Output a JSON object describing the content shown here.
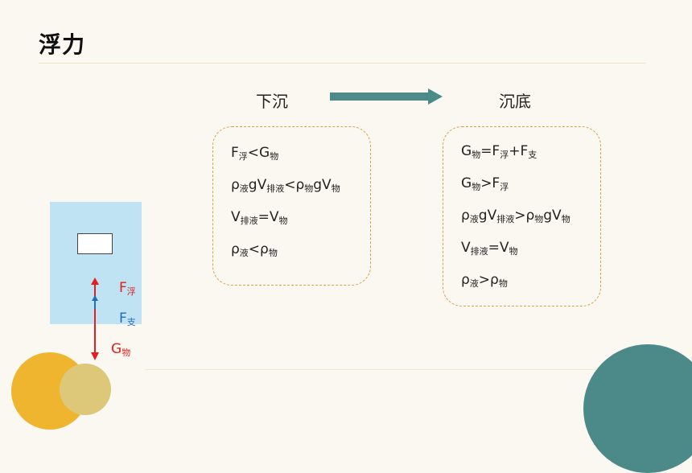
{
  "title": "浮力",
  "headings": {
    "left": "下沉",
    "right": "沉底"
  },
  "colors": {
    "accent_teal": "#4b8a88",
    "box_border": "#d9a14a",
    "tank_water": "#bfe3f3",
    "force_red": "#e02020",
    "force_blue": "#1f6fb8"
  },
  "left_box": {
    "l1": {
      "a": "F",
      "a_sub": "浮",
      "b": "<G",
      "b_sub": "物"
    },
    "l2": {
      "a": "ρ",
      "a_sub": "液",
      "b": "gV",
      "b_sub": "排液",
      "c": "<ρ",
      "c_sub": "物",
      "d": "gV",
      "d_sub": "物"
    },
    "l3": {
      "a": "V",
      "a_sub": "排液",
      "b": "=V",
      "b_sub": "物"
    },
    "l4": {
      "a": "ρ",
      "a_sub": "液",
      "b": "<ρ",
      "b_sub": "物"
    }
  },
  "right_box": {
    "l1": {
      "a": "G",
      "a_sub": "物",
      "b": "=F",
      "b_sub": "浮",
      "c": "+F",
      "c_sub": "支"
    },
    "l2": {
      "a": "G",
      "a_sub": "物",
      "b": ">F",
      "b_sub": "浮"
    },
    "l3": {
      "a": "ρ",
      "a_sub": "液",
      "b": "gV",
      "b_sub": "排液",
      "c": ">ρ",
      "c_sub": "物",
      "d": "gV",
      "d_sub": "物"
    },
    "l4": {
      "a": "V",
      "a_sub": "排液",
      "b": "=V",
      "b_sub": "物"
    },
    "l5": {
      "a": "ρ",
      "a_sub": "液",
      "b": ">ρ",
      "b_sub": "物"
    }
  },
  "forces": {
    "buoyancy": {
      "main": "F",
      "sub": "浮"
    },
    "support": {
      "main": "F",
      "sub": "支"
    },
    "gravity": {
      "main": "G",
      "sub": "物"
    }
  }
}
